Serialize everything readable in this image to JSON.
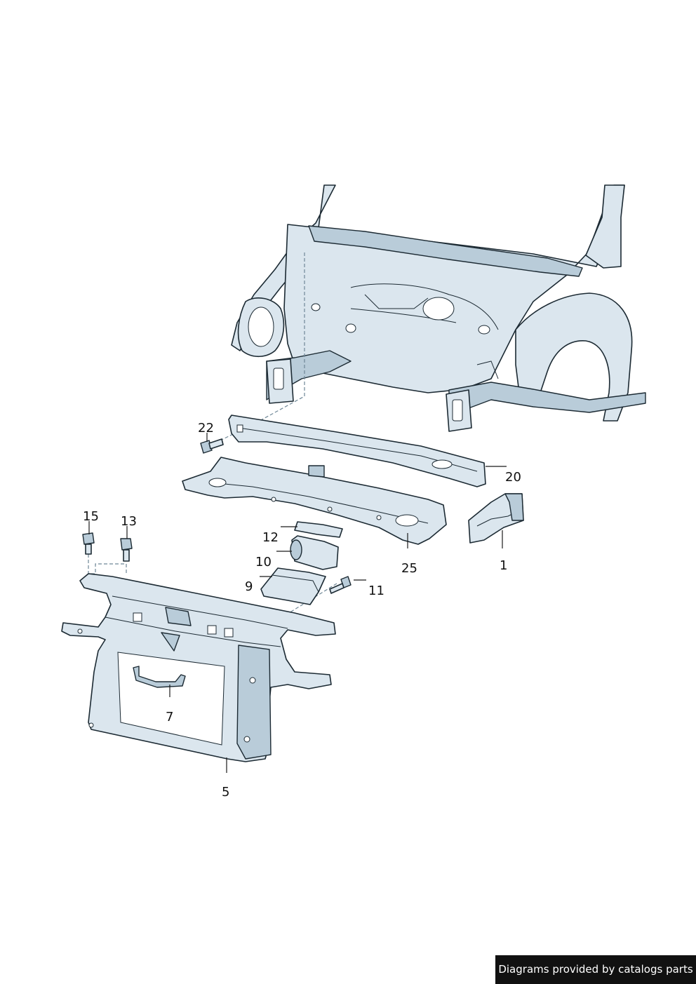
{
  "diagram": {
    "callouts": [
      {
        "id": "c22",
        "label": "22"
      },
      {
        "id": "c20",
        "label": "20"
      },
      {
        "id": "c15",
        "label": "15"
      },
      {
        "id": "c13",
        "label": "13"
      },
      {
        "id": "c12",
        "label": "12"
      },
      {
        "id": "c10",
        "label": "10"
      },
      {
        "id": "c9",
        "label": "9"
      },
      {
        "id": "c11",
        "label": "11"
      },
      {
        "id": "c25",
        "label": "25"
      },
      {
        "id": "c1",
        "label": "1"
      },
      {
        "id": "c7",
        "label": "7"
      },
      {
        "id": "c5",
        "label": "5"
      }
    ],
    "colors": {
      "part_fill": "#dbe6ee",
      "outline": "#1c2a33",
      "badge_bg": "#111111"
    }
  },
  "credit": {
    "text": "Diagrams provided by catalogs parts"
  }
}
